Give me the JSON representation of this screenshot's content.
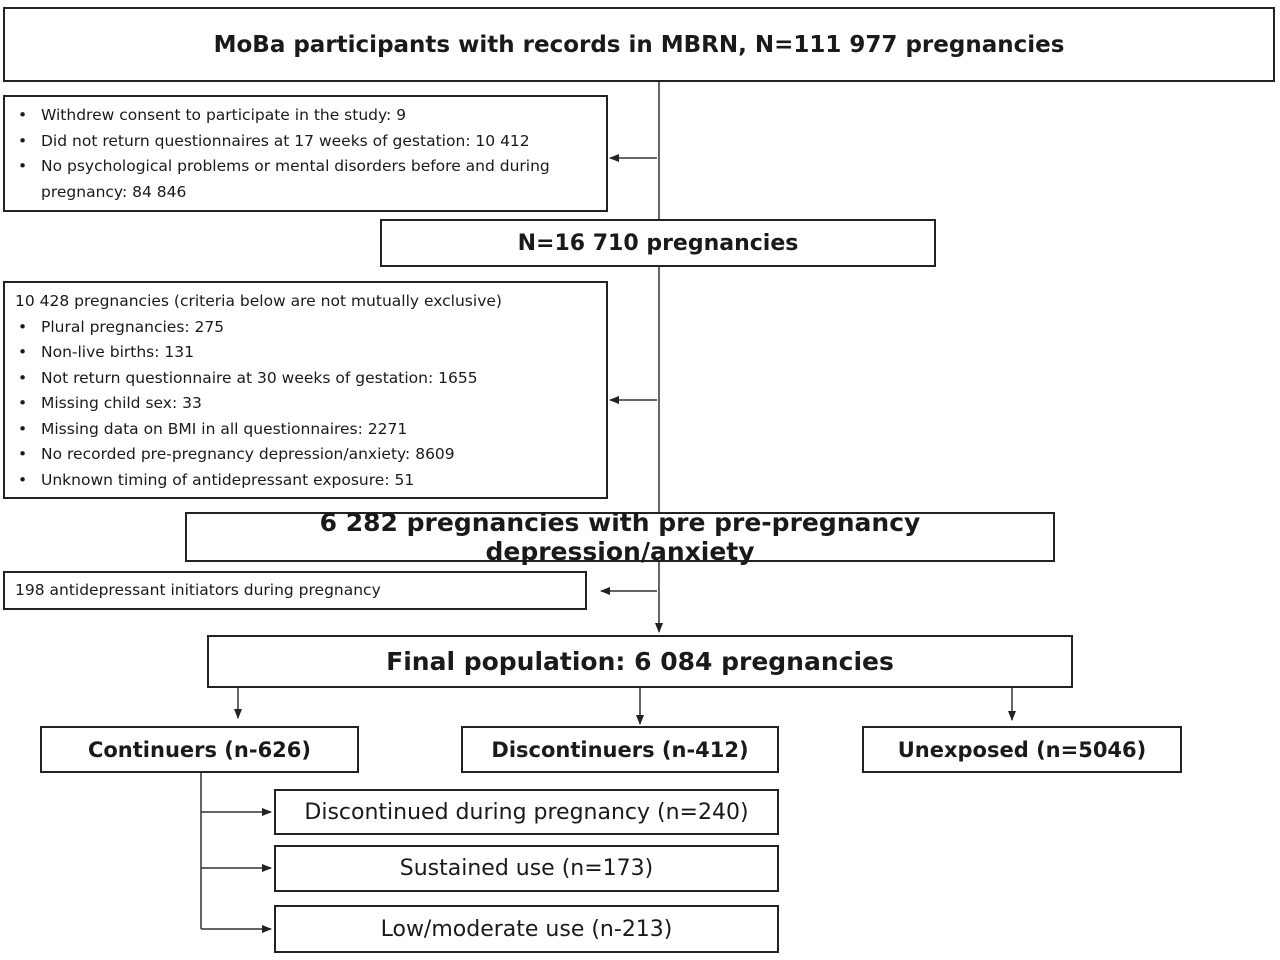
{
  "flowchart": {
    "top": "MoBa participants with records in MBRN, N=111 977 pregnancies",
    "exclusion1": {
      "items": [
        "Withdrew consent to participate in the study: 9",
        "Did not return questionnaires at 17 weeks of gestation: 10 412",
        "No psychological problems or mental disorders before and during pregnancy: 84 846"
      ]
    },
    "step2": "N=16 710 pregnancies",
    "exclusion2": {
      "intro": "10 428 pregnancies (criteria below are not mutually exclusive)",
      "items": [
        "Plural pregnancies: 275",
        "Non-live births: 131",
        "Not return questionnaire at 30 weeks of gestation: 1655",
        "Missing child sex: 33",
        "Missing data on BMI in all questionnaires: 2271",
        "No recorded pre-pregnancy depression/anxiety: 8609",
        "Unknown timing of antidepressant exposure: 51"
      ]
    },
    "step3": "6 282 pregnancies with pre pre-pregnancy depression/anxiety",
    "exclusion3": "198 antidepressant initiators during pregnancy",
    "final": "Final population: 6 084 pregnancies",
    "groups": {
      "continuers": "Continuers (n-626)",
      "discontinuers": "Discontinuers (n-412)",
      "unexposed": "Unexposed (n=5046)"
    },
    "subgroups": {
      "discontinued": "Discontinued during pregnancy (n=240)",
      "sustained": "Sustained use (n=173)",
      "low_moderate": "Low/moderate use (n-213)"
    }
  },
  "colors": {
    "line": "#222222",
    "text": "#1a1a1a",
    "background": "#ffffff"
  }
}
